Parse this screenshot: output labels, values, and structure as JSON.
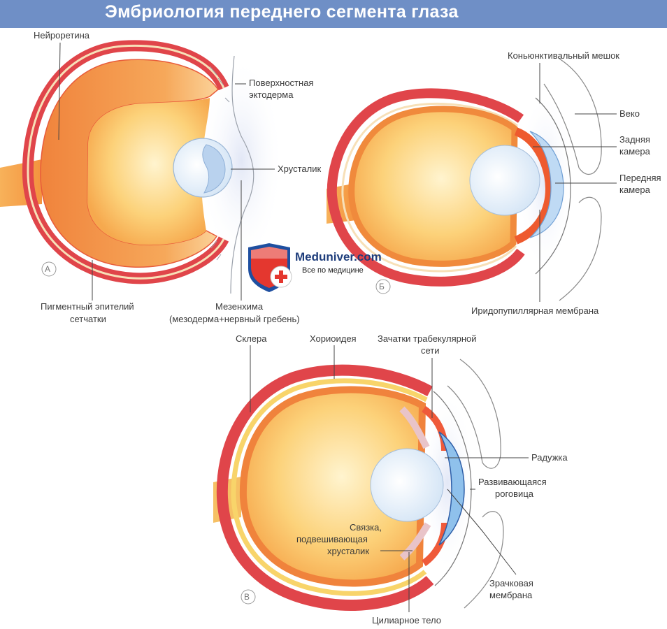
{
  "header": {
    "title": "Эмбриология переднего сегмента глаза"
  },
  "panels": {
    "a": {
      "marker": "А",
      "labels": {
        "neuroretina": "Нейроретина",
        "surface_ectoderm_1": "Поверхностная",
        "surface_ectoderm_2": "эктодерма",
        "lens": "Хрусталик",
        "pigment_epithelium_1": "Пигментный эпителий",
        "pigment_epithelium_2": "сетчатки",
        "mesenchyme_1": "Мезенхима",
        "mesenchyme_2": "(мезодерма+нервный гребень)"
      }
    },
    "b": {
      "marker": "Б",
      "labels": {
        "conjunctival_sac": "Коньюнктивальный мешок",
        "eyelid": "Веко",
        "posterior_chamber_1": "Задняя",
        "posterior_chamber_2": "камера",
        "anterior_chamber_1": "Передняя",
        "anterior_chamber_2": "камера",
        "iridopupillary_membrane": "Иридопупиллярная мембрана"
      }
    },
    "v": {
      "marker": "В",
      "labels": {
        "sclera": "Склера",
        "choroid": "Хориоидея",
        "trabecular_1": "Зачатки трабекулярной",
        "trabecular_2": "сети",
        "iris": "Радужка",
        "cornea_1": "Развивающаяся",
        "cornea_2": "роговица",
        "zonule_1": "Связка,",
        "zonule_2": "подвешивающая",
        "zonule_3": "хрусталик",
        "pupillary_membrane_1": "Зрачковая",
        "pupillary_membrane_2": "мембрана",
        "ciliary_body": "Цилиарное тело"
      }
    }
  },
  "logo": {
    "name": "Meduniver.com",
    "tagline": "Все по медицине"
  },
  "colors": {
    "header_bg": "#6f8fc6",
    "sclera_red": "#e0454a",
    "retina_orange": "#f39a45",
    "vitreous_yellow": "#fcd27a",
    "lens_blue": "#dce9f7",
    "cornea_blue": "#a9cdf0"
  }
}
